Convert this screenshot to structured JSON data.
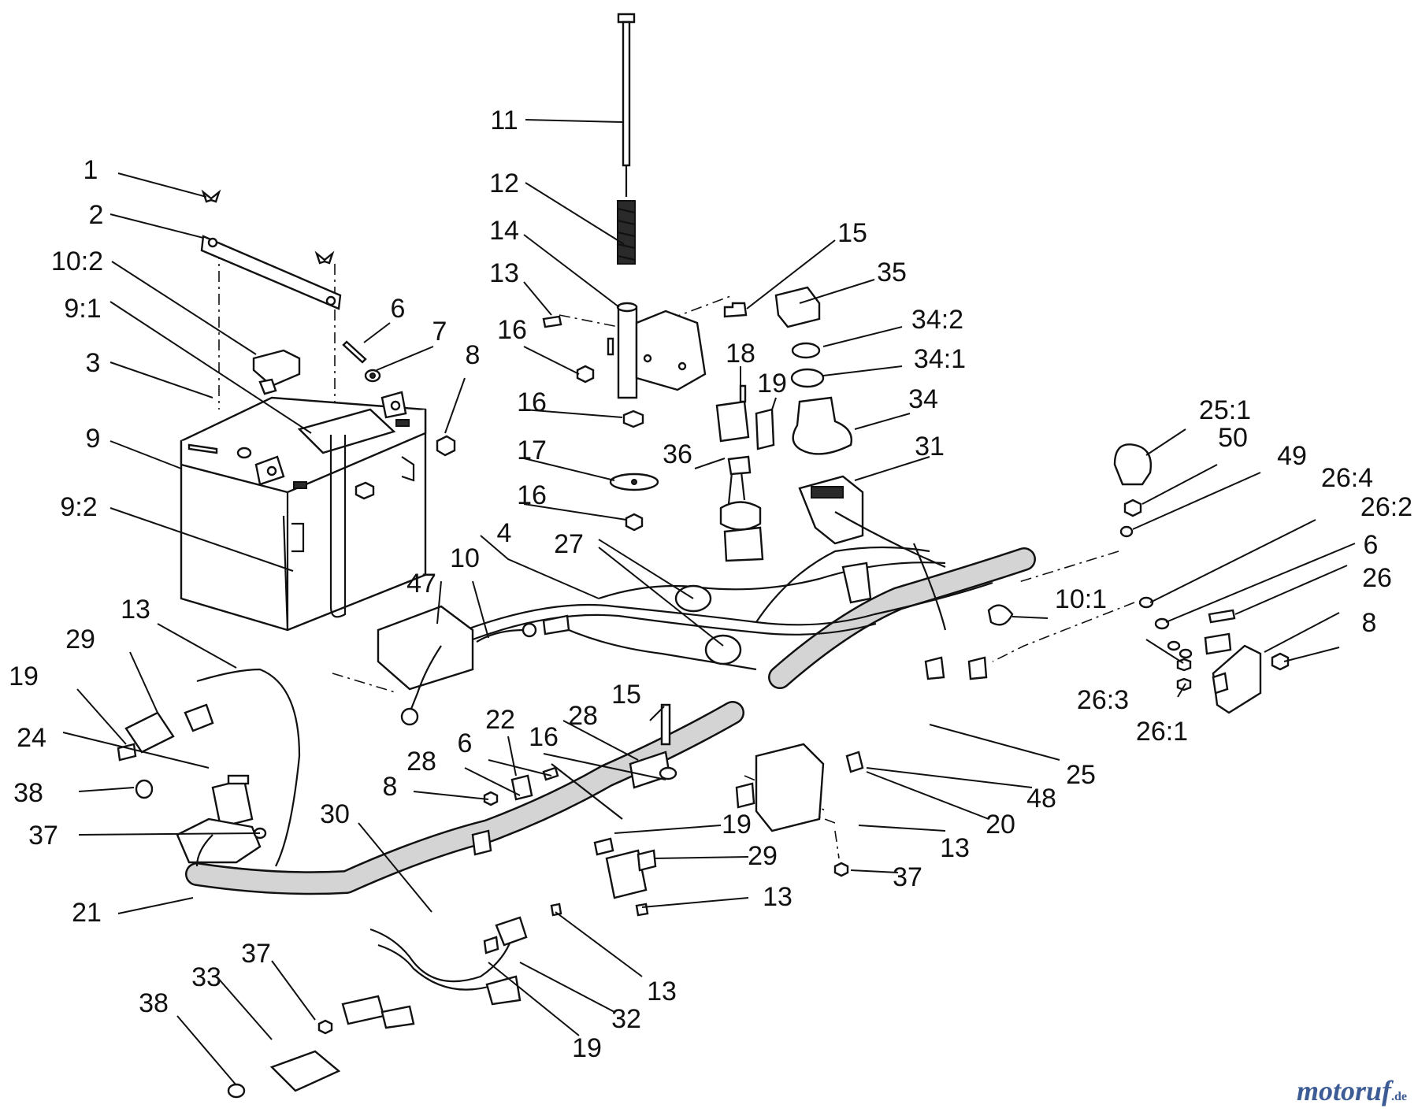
{
  "diagram": {
    "callouts": [
      "1",
      "2",
      "10:2",
      "9:1",
      "3",
      "9",
      "9:2",
      "6",
      "7",
      "8",
      "11",
      "12",
      "14",
      "13",
      "16",
      "16",
      "17",
      "16",
      "15",
      "35",
      "34:2",
      "34:1",
      "34",
      "18",
      "19",
      "36",
      "31",
      "25:1",
      "50",
      "49",
      "26:4",
      "26:2",
      "6",
      "26",
      "8",
      "10",
      "4",
      "27",
      "47",
      "10:1",
      "13",
      "29",
      "19",
      "24",
      "38",
      "37",
      "21",
      "22",
      "28",
      "6",
      "16",
      "28",
      "8",
      "30",
      "15",
      "19",
      "29",
      "13",
      "25",
      "48",
      "20",
      "13",
      "37",
      "26:3",
      "26:1",
      "13",
      "32",
      "19",
      "37",
      "33",
      "38"
    ]
  },
  "brand": {
    "name": "motoruf",
    "suffix": ".de",
    "color": "#3d5b94"
  }
}
